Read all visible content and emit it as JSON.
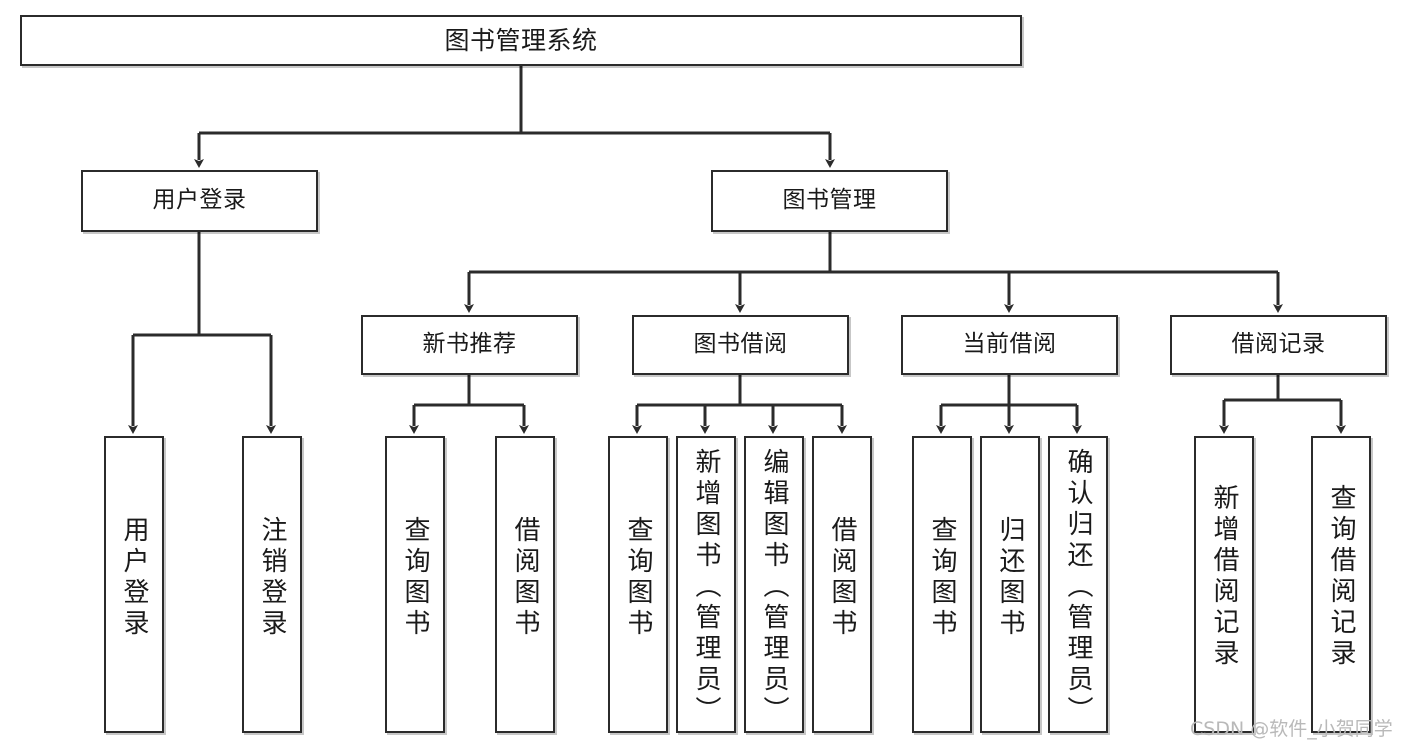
{
  "diagram": {
    "type": "tree-hierarchy",
    "title": "图书管理系统",
    "orientation": "top-down",
    "edge_color": "#2b2b2b",
    "node_fill": "#ffffff",
    "node_border": "#2b2b2b",
    "watermark": "CSDN @软件_小贺同学"
  },
  "nodes": {
    "root": {
      "label": "图书管理系统"
    },
    "level2": [
      {
        "id": "user-login",
        "label": "用户登录"
      },
      {
        "id": "book-manage",
        "label": "图书管理"
      }
    ],
    "level3": [
      {
        "id": "new-book-rec",
        "label": "新书推荐"
      },
      {
        "id": "book-borrow",
        "label": "图书借阅"
      },
      {
        "id": "current-borrow",
        "label": "当前借阅"
      },
      {
        "id": "borrow-record",
        "label": "借阅记录"
      }
    ],
    "leaves": {
      "user_login": [
        {
          "id": "leaf-user-login",
          "label": "用户登录"
        },
        {
          "id": "leaf-logout-login",
          "label": "注销登录"
        }
      ],
      "new_book_rec": [
        {
          "id": "leaf-query-book-1",
          "label": "查询图书"
        },
        {
          "id": "leaf-borrow-book-1",
          "label": "借阅图书"
        }
      ],
      "book_borrow": [
        {
          "id": "leaf-query-book-2",
          "label": "查询图书"
        },
        {
          "id": "leaf-add-book",
          "label": "新增图书（管理员）"
        },
        {
          "id": "leaf-edit-book",
          "label": "编辑图书（管理员）"
        },
        {
          "id": "leaf-borrow-book-2",
          "label": "借阅图书"
        }
      ],
      "current_borrow": [
        {
          "id": "leaf-query-book-3",
          "label": "查询图书"
        },
        {
          "id": "leaf-return-book",
          "label": "归还图书"
        },
        {
          "id": "leaf-confirm-return",
          "label": "确认归还（管理员）"
        }
      ],
      "borrow_record": [
        {
          "id": "leaf-add-record",
          "label": "新增借阅记录"
        },
        {
          "id": "leaf-query-record",
          "label": "查询借阅记录"
        }
      ]
    }
  }
}
